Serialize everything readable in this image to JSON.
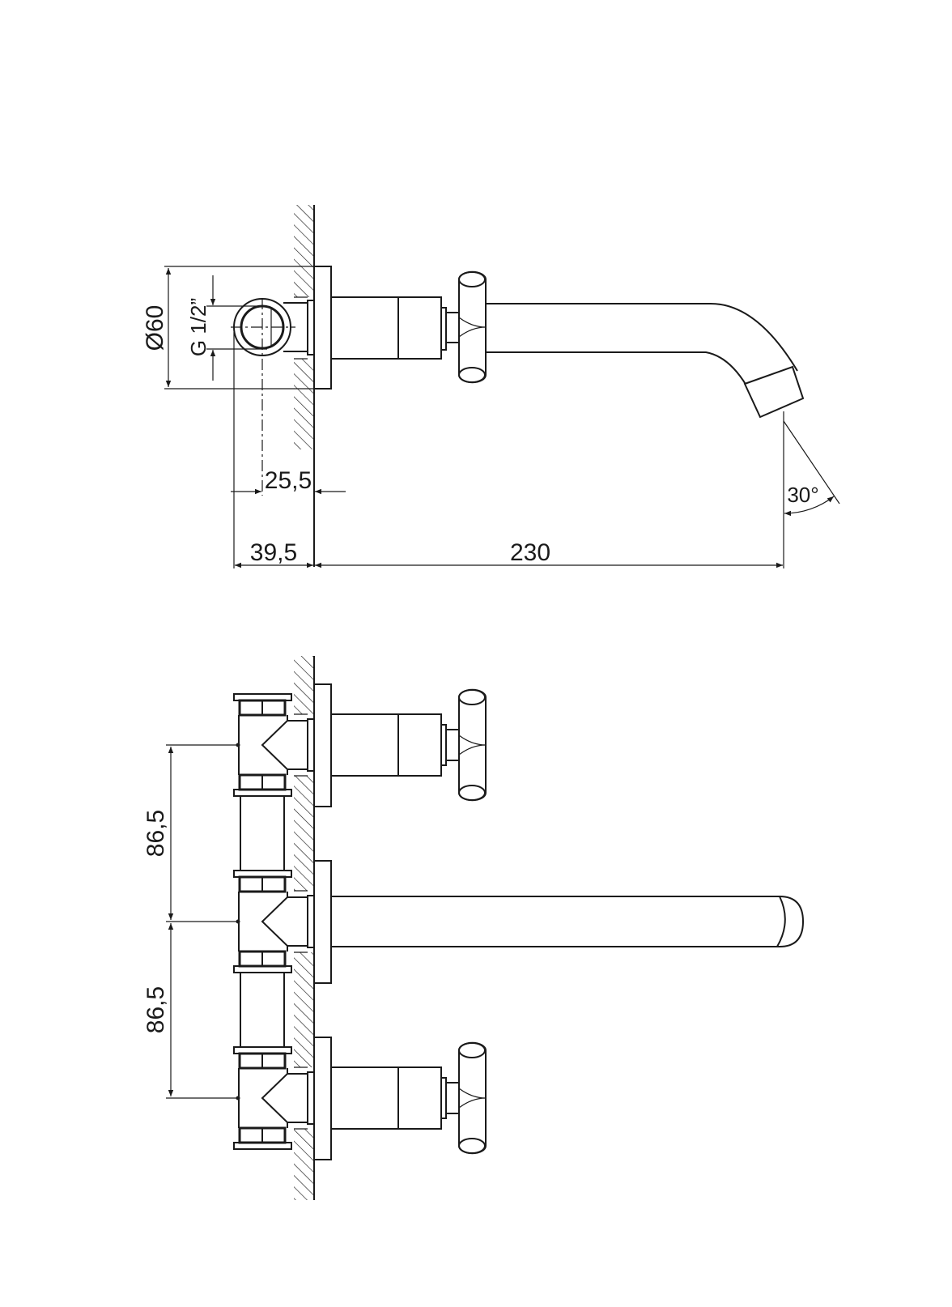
{
  "drawing": {
    "top_view": {
      "dimensions": {
        "diameter": "Ø60",
        "thread": "G 1/2”",
        "center_offset": "25,5",
        "depth": "39,5",
        "projection": "230",
        "angle": "30°"
      }
    },
    "front_view": {
      "dimensions": {
        "spacing_upper": "86,5",
        "spacing_lower": "86,5"
      }
    }
  }
}
